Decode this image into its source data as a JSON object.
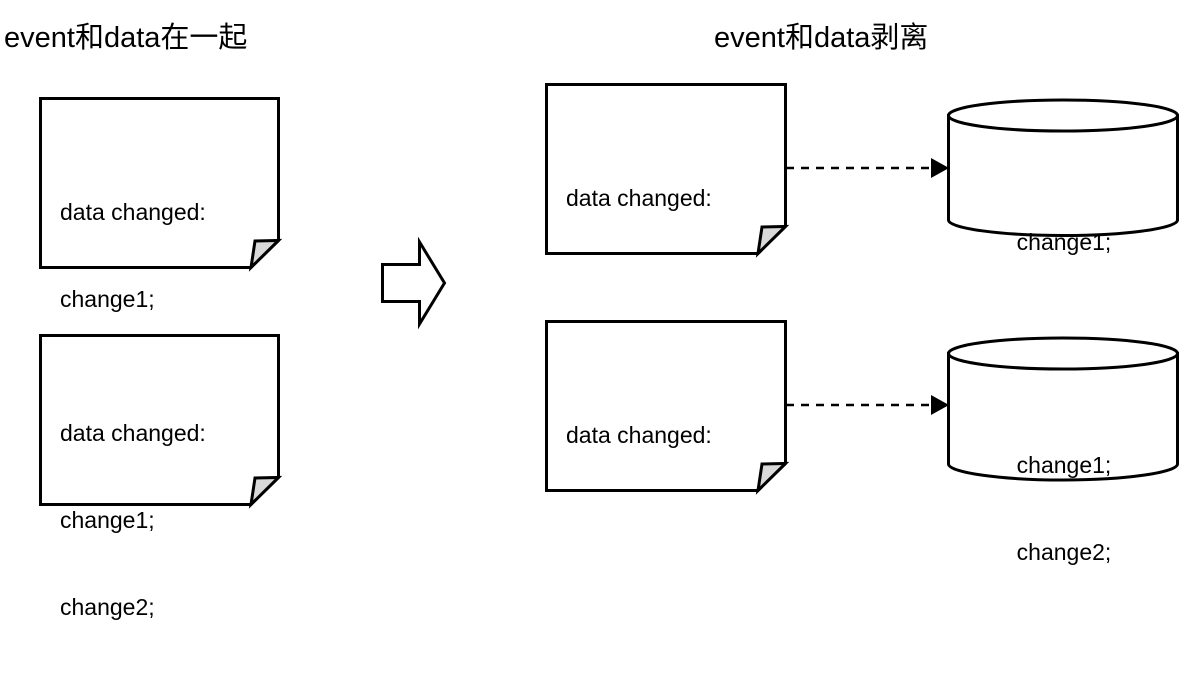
{
  "diagram": {
    "type": "flow-comparison",
    "background": "#ffffff",
    "stroke_color": "#000000",
    "fold_fill": "#d9d9d9",
    "shape_fill": "#ffffff"
  },
  "titles": {
    "left": "event和data在一起",
    "right": "event和data剥离"
  },
  "left_panel": {
    "notes": [
      {
        "name": "note-event-with-data-1",
        "lines": [
          "data changed:",
          "change1;"
        ]
      },
      {
        "name": "note-event-with-data-2",
        "lines": [
          "data changed:",
          "change1;",
          "change2;"
        ]
      }
    ]
  },
  "transform_arrow": {
    "name": "transform-arrow",
    "direction": "right",
    "label": ""
  },
  "right_panel": {
    "rows": [
      {
        "note": {
          "lines": [
            "data changed:"
          ]
        },
        "connector": {
          "style": "dashed",
          "arrowhead": "filled-triangle"
        },
        "database": {
          "lines": [
            "change1;"
          ]
        }
      },
      {
        "note": {
          "lines": [
            "data changed:"
          ]
        },
        "connector": {
          "style": "dashed",
          "arrowhead": "filled-triangle"
        },
        "database": {
          "lines": [
            "change1;",
            "change2;"
          ]
        }
      }
    ]
  }
}
